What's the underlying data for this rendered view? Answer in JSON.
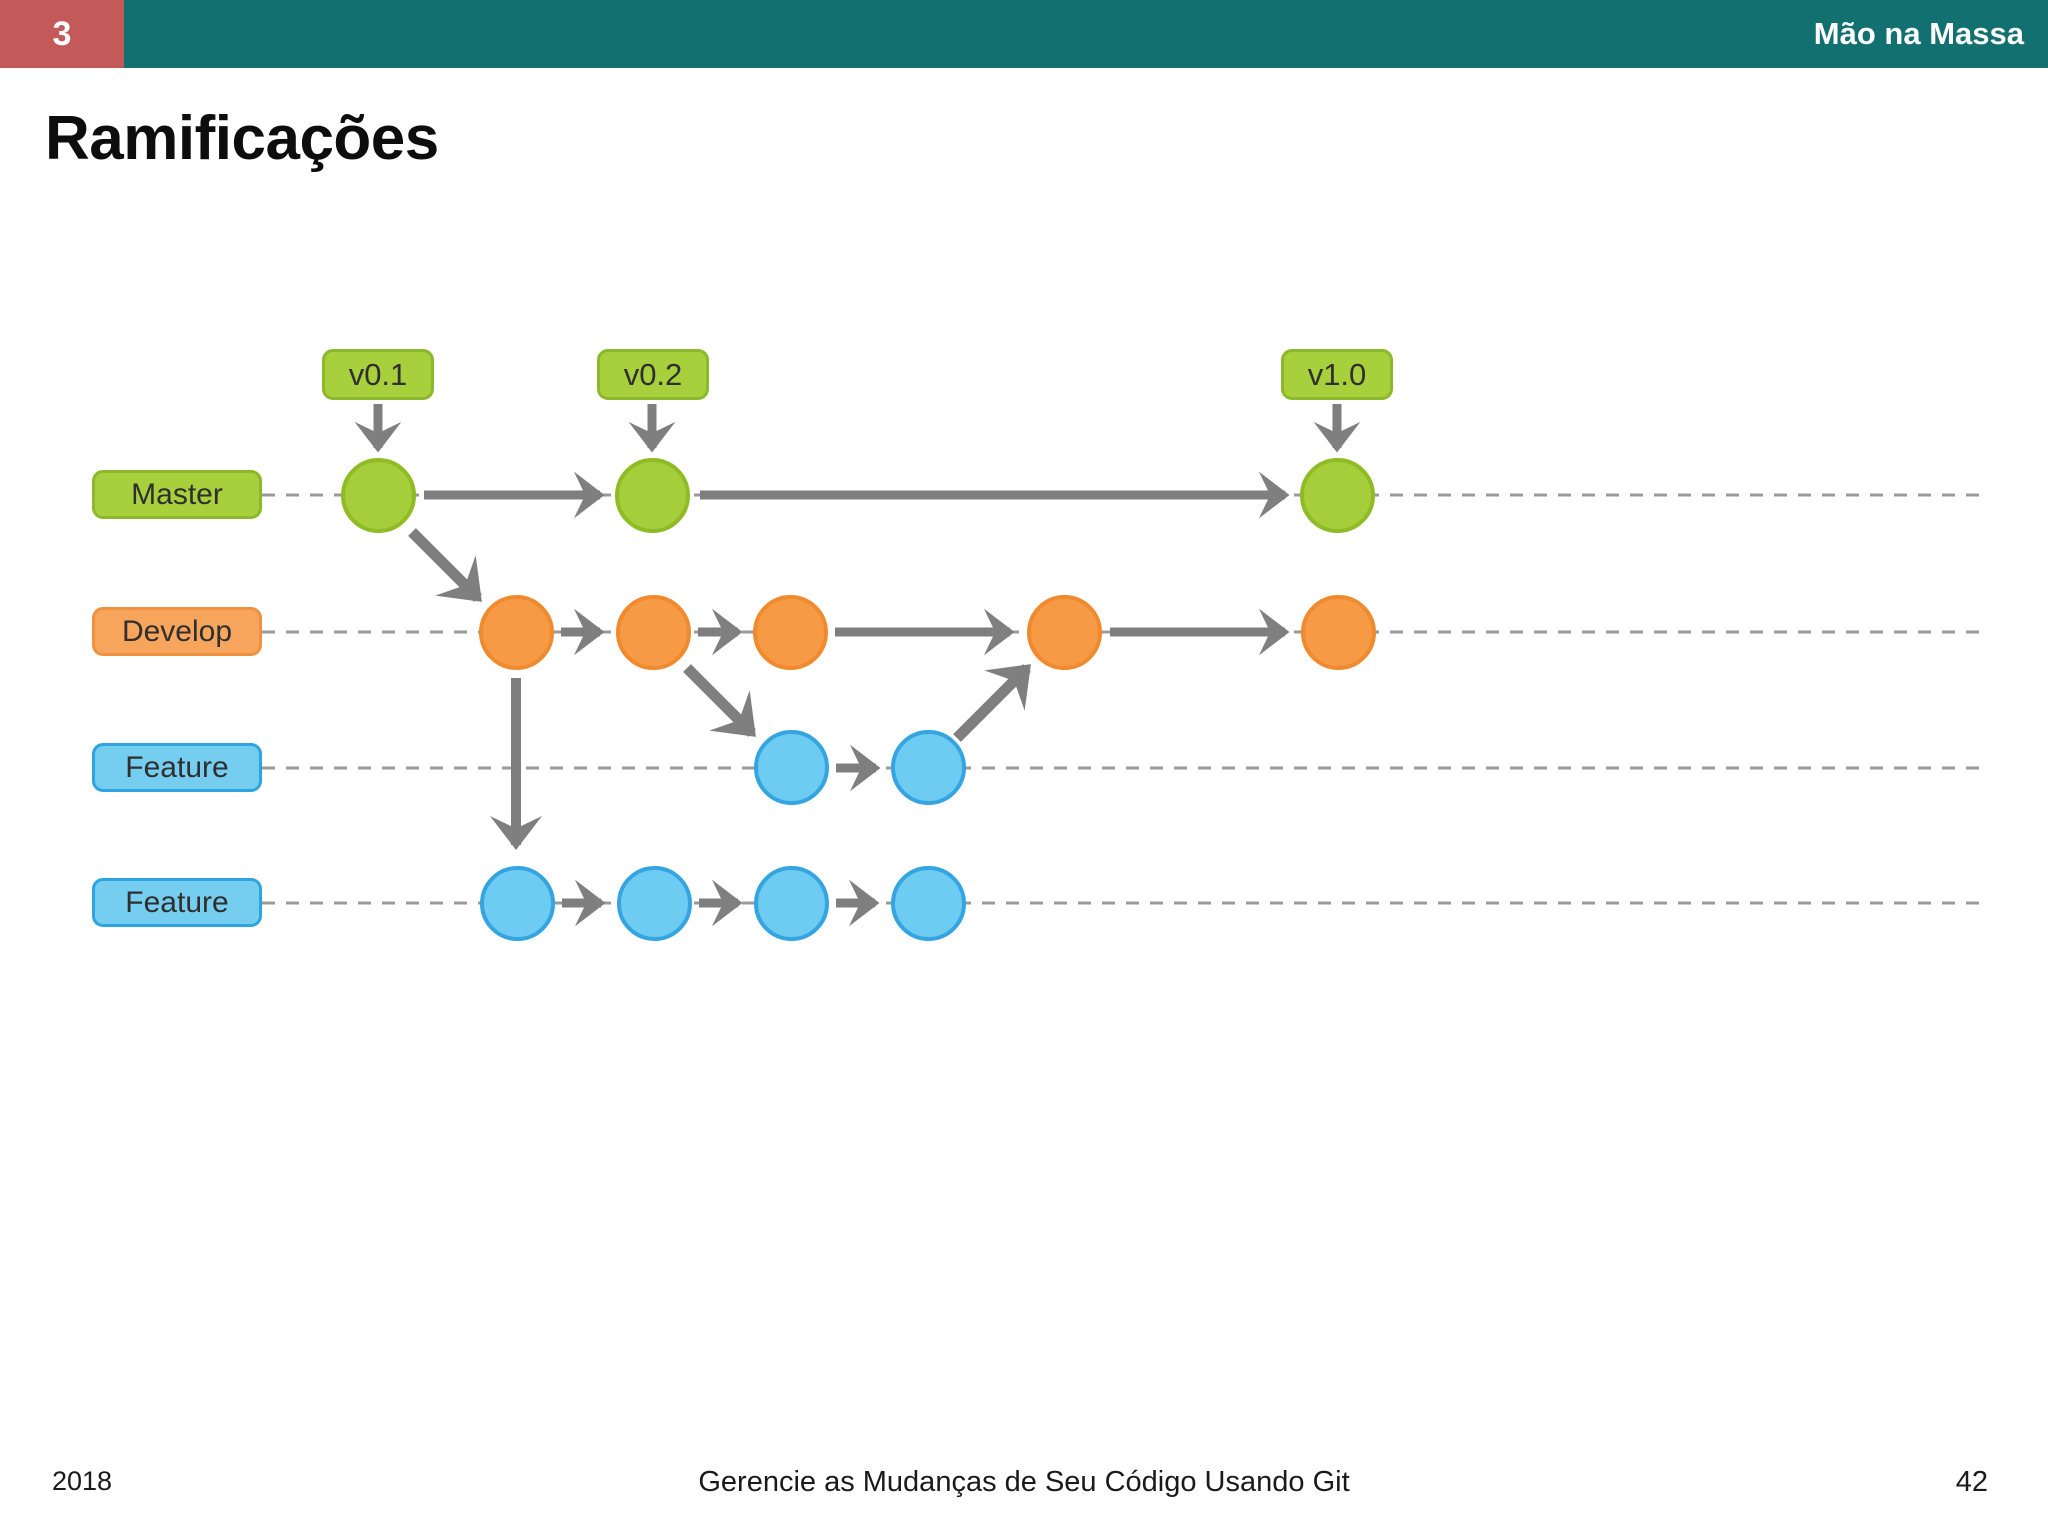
{
  "header": {
    "number": "3",
    "section_title": "Mão na Massa",
    "number_box_color": "#c4595a",
    "bar_color": "#137070"
  },
  "slide": {
    "title": "Ramificações"
  },
  "footer": {
    "year": "2018",
    "center_text": "Gerencie as Mudanças de Seu Código Usando Git",
    "page_number": "42"
  },
  "diagram": {
    "type": "git-branching-diagram",
    "colors": {
      "master": "#a6cd3a",
      "master_border": "#8fbb24",
      "develop": "#f79a45",
      "develop_border": "#f08a2e",
      "feature": "#6ecbf2",
      "feature_border": "#34a5e0",
      "arrow": "#7f7f7f",
      "lane_line": "#9a9a9a"
    },
    "lanes": [
      {
        "id": "master",
        "label": "Master",
        "color_key": "green"
      },
      {
        "id": "develop",
        "label": "Develop",
        "color_key": "orange"
      },
      {
        "id": "feature1",
        "label": "Feature",
        "color_key": "blue"
      },
      {
        "id": "feature2",
        "label": "Feature",
        "color_key": "blue"
      }
    ],
    "tags": [
      {
        "id": "tag-v01",
        "label": "v0.1"
      },
      {
        "id": "tag-v02",
        "label": "v0.2"
      },
      {
        "id": "tag-v10",
        "label": "v1.0"
      }
    ],
    "commits": {
      "master": 3,
      "develop": 5,
      "feature1": 2,
      "feature2": 4
    }
  }
}
